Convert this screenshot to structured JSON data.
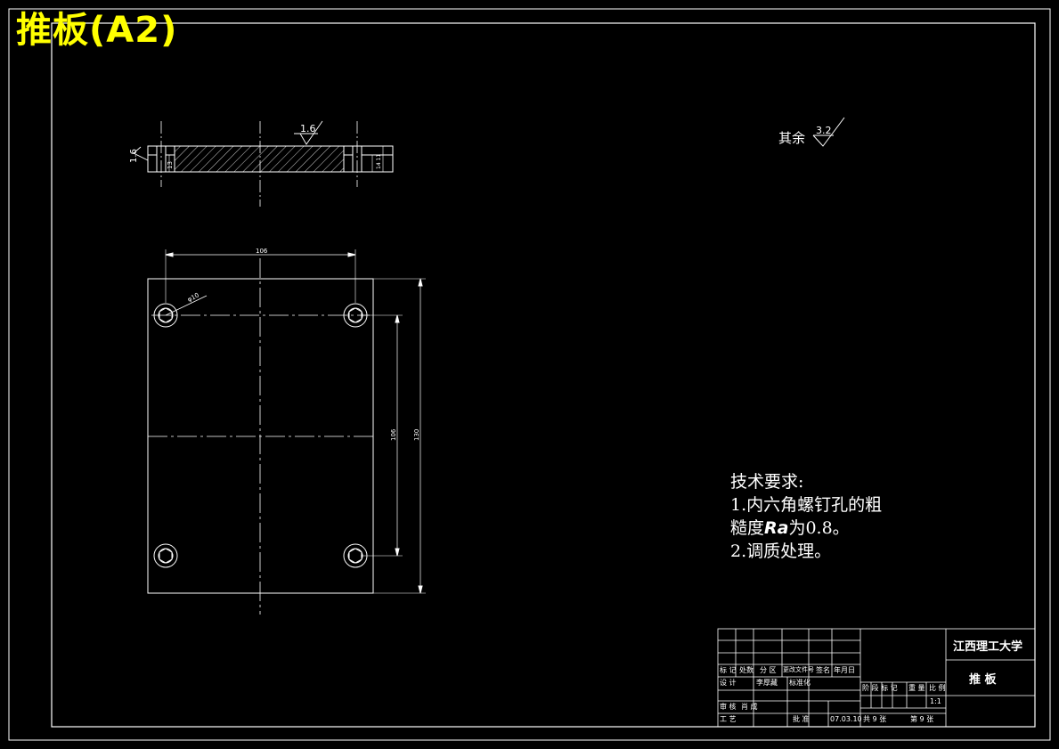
{
  "sheet_title": "推板(A2)",
  "surface_finish": {
    "other_label": "其余",
    "other_value": "3.2",
    "top_value": "1.6",
    "side_value": "1.6"
  },
  "dimensions": {
    "width": "106",
    "hole_dia": "φ10",
    "height_inner": "106",
    "height_outer": "130"
  },
  "tech_requirements": {
    "heading": "技术要求:",
    "line1": "1.内六角螺钉孔的粗",
    "line2_pre": "糙度",
    "line2_ra": "Ra",
    "line2_post": "为0.8。",
    "line3": "2.调质处理。"
  },
  "title_block": {
    "school": "江西理工大学",
    "part_name": "推  板",
    "row_mark": "标 记",
    "row_count": "处数",
    "row_zone": "分 区",
    "row_docno": "更改文件号",
    "row_sign": "签名",
    "row_date": "年月日",
    "design": "设 计",
    "design_name": "李厚藏",
    "standard": "标准化",
    "review": "审 核",
    "review_name": "肖 成",
    "process": "工 艺",
    "approve": "批 准",
    "approve_date": "07.03.10",
    "stage_mark": "阶 段 标 记",
    "weight": "重 量",
    "ratio": "比 例",
    "scale": "1:1",
    "total": "共 9 张",
    "sheet": "第 9 张"
  }
}
